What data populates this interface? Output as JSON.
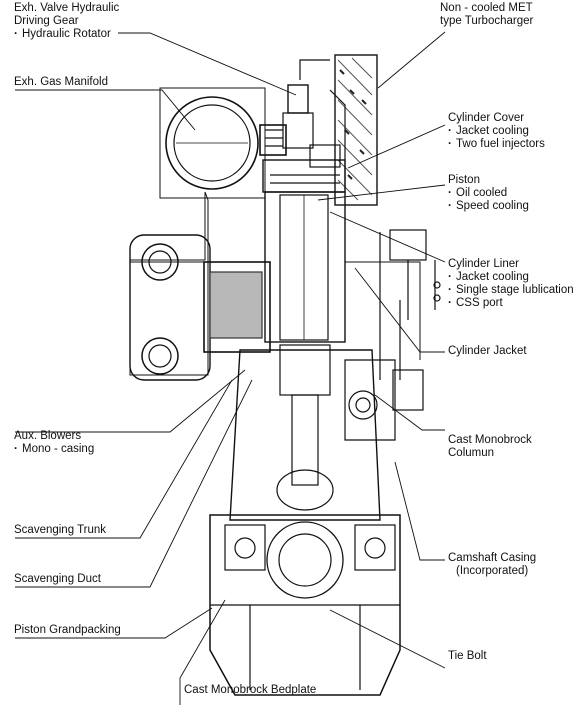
{
  "labels": {
    "exh_valve": {
      "title": [
        "Exh. Valve Hydraulic",
        "Driving Gear"
      ],
      "subs": [
        "Hydraulic Rotator"
      ]
    },
    "turbocharger": {
      "title": [
        "Non - cooled MET",
        "type Turbocharger"
      ],
      "subs": []
    },
    "exh_manifold": {
      "title": [
        "Exh. Gas Manifold"
      ],
      "subs": []
    },
    "cylinder_cover": {
      "title": [
        "Cylinder Cover"
      ],
      "subs": [
        "Jacket cooling",
        "Two fuel injectors"
      ]
    },
    "piston": {
      "title": [
        "Piston"
      ],
      "subs": [
        "Oil cooled",
        "Speed cooling"
      ]
    },
    "cylinder_liner": {
      "title": [
        "Cylinder Liner"
      ],
      "subs": [
        "Jacket cooling",
        "Single stage lublication",
        "CSS port"
      ]
    },
    "cylinder_jacket": {
      "title": [
        "Cylinder Jacket"
      ],
      "subs": []
    },
    "aux_blowers": {
      "title": [
        "Aux. Blowers"
      ],
      "subs": [
        "Mono - casing"
      ]
    },
    "monobrock_column": {
      "title": [
        "Cast Monobrock",
        "Columun"
      ],
      "subs": []
    },
    "scavenging_trunk": {
      "title": [
        "Scavenging Trunk"
      ],
      "subs": []
    },
    "camshaft_casing": {
      "title": [
        "Camshaft Casing",
        "(Incorporated)"
      ],
      "subs": []
    },
    "scavenging_duct": {
      "title": [
        "Scavenging Duct"
      ],
      "subs": []
    },
    "piston_grandpacking": {
      "title": [
        "Piston Grandpacking"
      ],
      "subs": []
    },
    "tie_bolt": {
      "title": [
        "Tie Bolt"
      ],
      "subs": []
    },
    "bedplate": {
      "title": [
        "Cast Monobrock Bedplate"
      ],
      "subs": []
    }
  }
}
